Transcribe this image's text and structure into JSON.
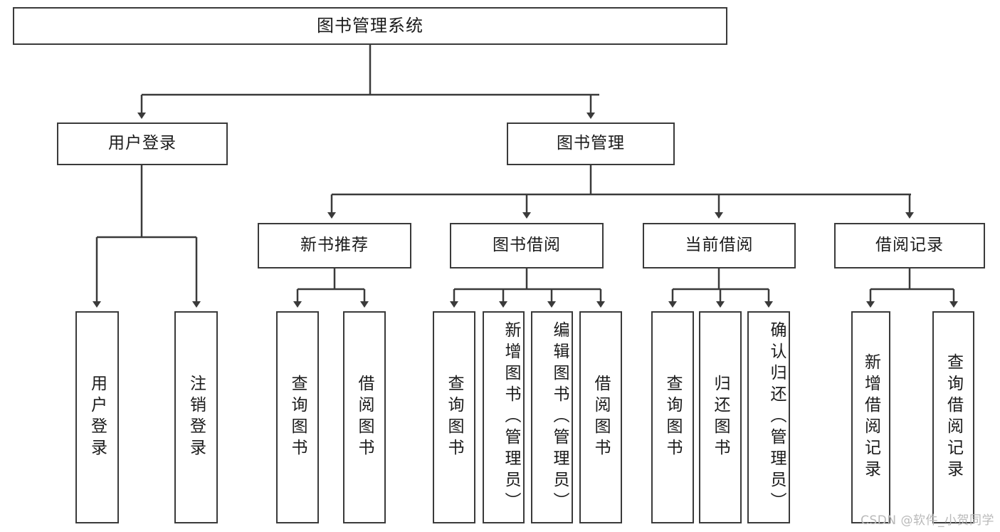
{
  "diagram": {
    "title_node": {
      "label": "图书管理系统"
    },
    "level1": [
      {
        "id": "user-login",
        "label": "用户登录"
      },
      {
        "id": "book-management",
        "label": "图书管理"
      }
    ],
    "level2": [
      {
        "id": "new-book-recommend",
        "label": "新书推荐"
      },
      {
        "id": "book-borrow",
        "label": "图书借阅"
      },
      {
        "id": "current-borrow",
        "label": "当前借阅"
      },
      {
        "id": "borrow-record",
        "label": "借阅记录"
      }
    ],
    "leaves": {
      "user_login": [
        {
          "id": "leaf-user-login",
          "label": "用户登录"
        },
        {
          "id": "leaf-logout-login",
          "label": "注销登录"
        }
      ],
      "new_book_recommend": [
        {
          "id": "leaf-query-book-1",
          "label": "查询图书"
        },
        {
          "id": "leaf-borrow-book-1",
          "label": "借阅图书"
        }
      ],
      "book_borrow": [
        {
          "id": "leaf-query-book-2",
          "label": "查询图书"
        },
        {
          "id": "leaf-add-book",
          "label": "新增图书（管理员）"
        },
        {
          "id": "leaf-edit-book",
          "label": "编辑图书（管理员）"
        },
        {
          "id": "leaf-borrow-book-2",
          "label": "借阅图书"
        }
      ],
      "current_borrow": [
        {
          "id": "leaf-query-book-3",
          "label": "查询图书"
        },
        {
          "id": "leaf-return-book",
          "label": "归还图书"
        },
        {
          "id": "leaf-confirm-return",
          "label": "确认归还（管理员）"
        }
      ],
      "borrow_record": [
        {
          "id": "leaf-add-borrow-record",
          "label": "新增借阅记录"
        },
        {
          "id": "leaf-query-borrow-record",
          "label": "查询借阅记录"
        }
      ]
    },
    "watermark": "CSDN @软件_小贺同学",
    "colors": {
      "stroke": "#3a3a3a",
      "background": "#ffffff",
      "text": "#1b1b1b",
      "watermark": "#b9b9b9"
    }
  }
}
